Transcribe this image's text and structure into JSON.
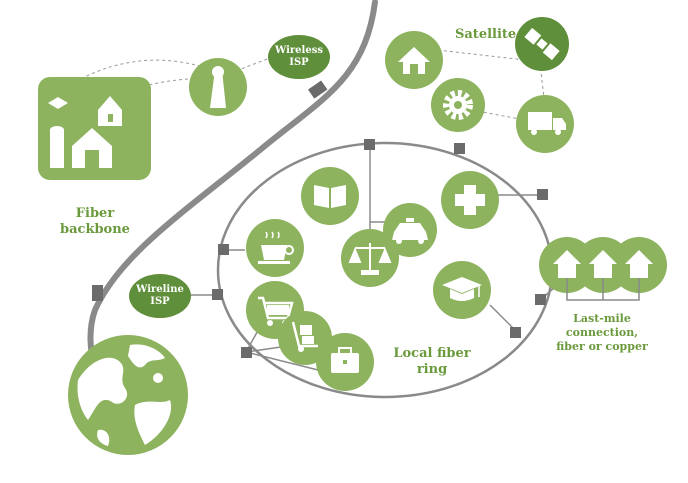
{
  "colors": {
    "green": "#8db35f",
    "dark_green": "#5f8f3a",
    "gray": "#8a8a8a",
    "dark_gray": "#6b6b6b",
    "label_green": "#6a9a3c"
  },
  "labels": {
    "satellite": "Satellite",
    "fiber_backbone_1": "Fiber",
    "fiber_backbone_2": "backbone",
    "wireless_isp_1": "Wireless",
    "wireless_isp_2": "ISP",
    "wireline_isp_1": "Wireline",
    "wireline_isp_2": "ISP",
    "local_fiber_ring_1": "Local fiber",
    "local_fiber_ring_2": "ring",
    "last_mile_1": "Last-mile",
    "last_mile_2": "connection,",
    "last_mile_3": "fiber or copper"
  },
  "icons": {
    "farm": "farm-icon",
    "antenna": "antenna-icon",
    "home": "home-icon",
    "satellite": "satellite-icon",
    "gear": "gear-icon",
    "truck": "delivery-truck-icon",
    "book": "book-icon",
    "taxi": "taxi-icon",
    "scales": "scales-of-justice-icon",
    "coffee": "coffee-cup-icon",
    "health": "health-cross-icon",
    "graduation": "graduation-cap-icon",
    "cart": "shopping-cart-icon",
    "hand_truck": "hand-truck-icon",
    "briefcase": "briefcase-icon",
    "houses": "houses-icon",
    "globe": "globe-icon"
  }
}
